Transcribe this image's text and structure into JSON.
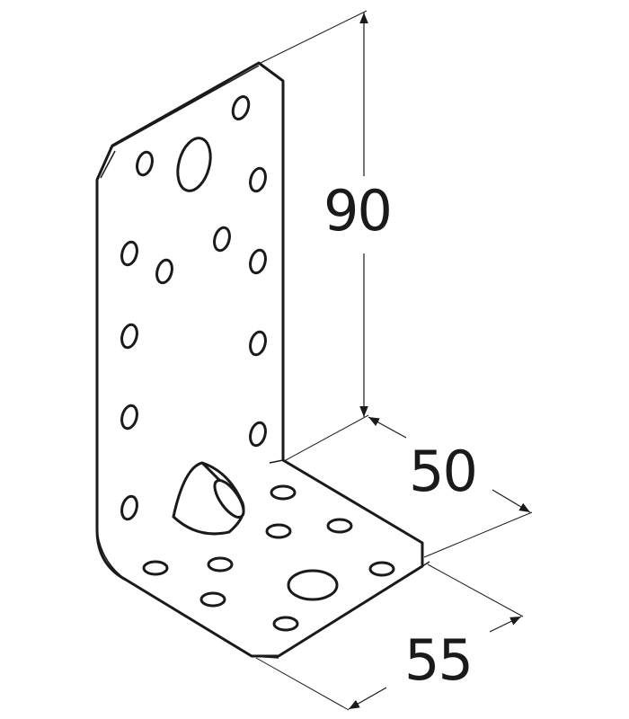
{
  "diagram": {
    "title_hidden": "",
    "dimensions": {
      "height": "90",
      "depth": "50",
      "width": "55"
    },
    "colors": {
      "line": "#1a1a1a",
      "fill": "#ffffff"
    }
  }
}
